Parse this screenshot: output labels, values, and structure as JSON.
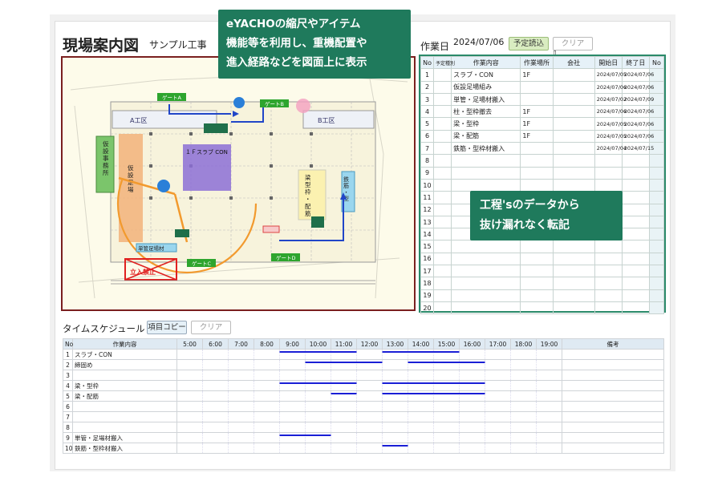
{
  "header": {
    "title": "現場案内図",
    "subtitle": "サンプル工事"
  },
  "callouts": {
    "top_lines": [
      "eYACHOの縮尺やアイテム",
      "機能等を利用し、重機配置や",
      "進入経路などを図面上に表示"
    ],
    "right_lines": [
      "工程'sのデータから",
      "抜け漏れなく転記"
    ]
  },
  "workdate": {
    "label": "作業日",
    "value": "2024/07/06",
    "load_button": "予定読込",
    "clear_button": "クリア"
  },
  "plan": {
    "areas": [
      "A工区",
      "B工区"
    ],
    "gates": [
      "ゲートA",
      "ゲートB",
      "ゲートC",
      "ゲートD"
    ],
    "labels": {
      "office": "仮設事務所",
      "scaffold": "仮設足場",
      "slab": "１Ｆスラブ CON",
      "beam": "梁型枠・配筋",
      "rebar": "鉄筋・型枠材",
      "pipe": "単管足場材",
      "entry": "立入禁止"
    },
    "colors": {
      "slab": "#8c6fd6",
      "scaffold": "#f2b27a",
      "office": "#7bc56b",
      "gate": "#2ea52e",
      "path": "#2146c8",
      "crane": "#f29a2e",
      "danger": "#e02020"
    }
  },
  "work_table": {
    "headers": [
      "No",
      "予定種別",
      "作業内容",
      "作業場所",
      "会社",
      "開始日",
      "終了日",
      "No"
    ],
    "rows": [
      {
        "no": "1",
        "content": "スラブ・CON",
        "place": "1F",
        "start": "2024/07/05",
        "end": "2024/07/06"
      },
      {
        "no": "2",
        "content": "仮設足場組み",
        "place": "",
        "start": "2024/07/06",
        "end": "2024/07/06"
      },
      {
        "no": "3",
        "content": "単管・足場材搬入",
        "place": "",
        "start": "2024/07/02",
        "end": "2024/07/09"
      },
      {
        "no": "4",
        "content": "柱・型枠撤去",
        "place": "1F",
        "start": "2024/07/06",
        "end": "2024/07/06"
      },
      {
        "no": "5",
        "content": "梁・型枠",
        "place": "1F",
        "start": "2024/07/05",
        "end": "2024/07/06"
      },
      {
        "no": "6",
        "content": "梁・配筋",
        "place": "1F",
        "start": "2024/07/05",
        "end": "2024/07/06"
      },
      {
        "no": "7",
        "content": "鉄筋・型枠材搬入",
        "place": "",
        "start": "2024/07/04",
        "end": "2024/07/15"
      }
    ],
    "blank_rows": [
      "8",
      "9",
      "10",
      "11",
      "12",
      "13",
      "14",
      "15",
      "16",
      "17",
      "18",
      "19",
      "20"
    ]
  },
  "schedule": {
    "label": "タイムスケジュール",
    "copy_button": "項目コピー",
    "clear_button": "クリア",
    "headers": {
      "no": "No",
      "content": "作業内容",
      "note": "備考"
    },
    "hours": [
      "5:00",
      "6:00",
      "7:00",
      "8:00",
      "9:00",
      "10:00",
      "11:00",
      "12:00",
      "13:00",
      "14:00",
      "15:00",
      "16:00",
      "17:00",
      "18:00",
      "19:00"
    ],
    "rows": [
      {
        "no": "1",
        "content": "スラブ・CON",
        "bars": [
          [
            9.0,
            12.0
          ],
          [
            13.0,
            16.0
          ]
        ]
      },
      {
        "no": "2",
        "content": "締固め",
        "bars": [
          [
            10.0,
            13.0
          ],
          [
            14.0,
            17.0
          ]
        ]
      },
      {
        "no": "3",
        "content": "",
        "bars": []
      },
      {
        "no": "4",
        "content": "梁・型枠",
        "bars": [
          [
            9.0,
            12.0
          ],
          [
            13.0,
            17.0
          ]
        ]
      },
      {
        "no": "5",
        "content": "梁・配筋",
        "bars": [
          [
            11.0,
            12.0
          ],
          [
            13.0,
            17.0
          ]
        ]
      },
      {
        "no": "6",
        "content": "",
        "bars": []
      },
      {
        "no": "7",
        "content": "",
        "bars": []
      },
      {
        "no": "8",
        "content": "",
        "bars": []
      },
      {
        "no": "9",
        "content": "単管・足場材搬入",
        "bars": [
          [
            9.0,
            11.0
          ]
        ]
      },
      {
        "no": "10",
        "content": "鉄筋・型枠材搬入",
        "bars": [
          [
            13.0,
            14.0
          ]
        ]
      }
    ],
    "bar_color": "#1a1fd6"
  }
}
